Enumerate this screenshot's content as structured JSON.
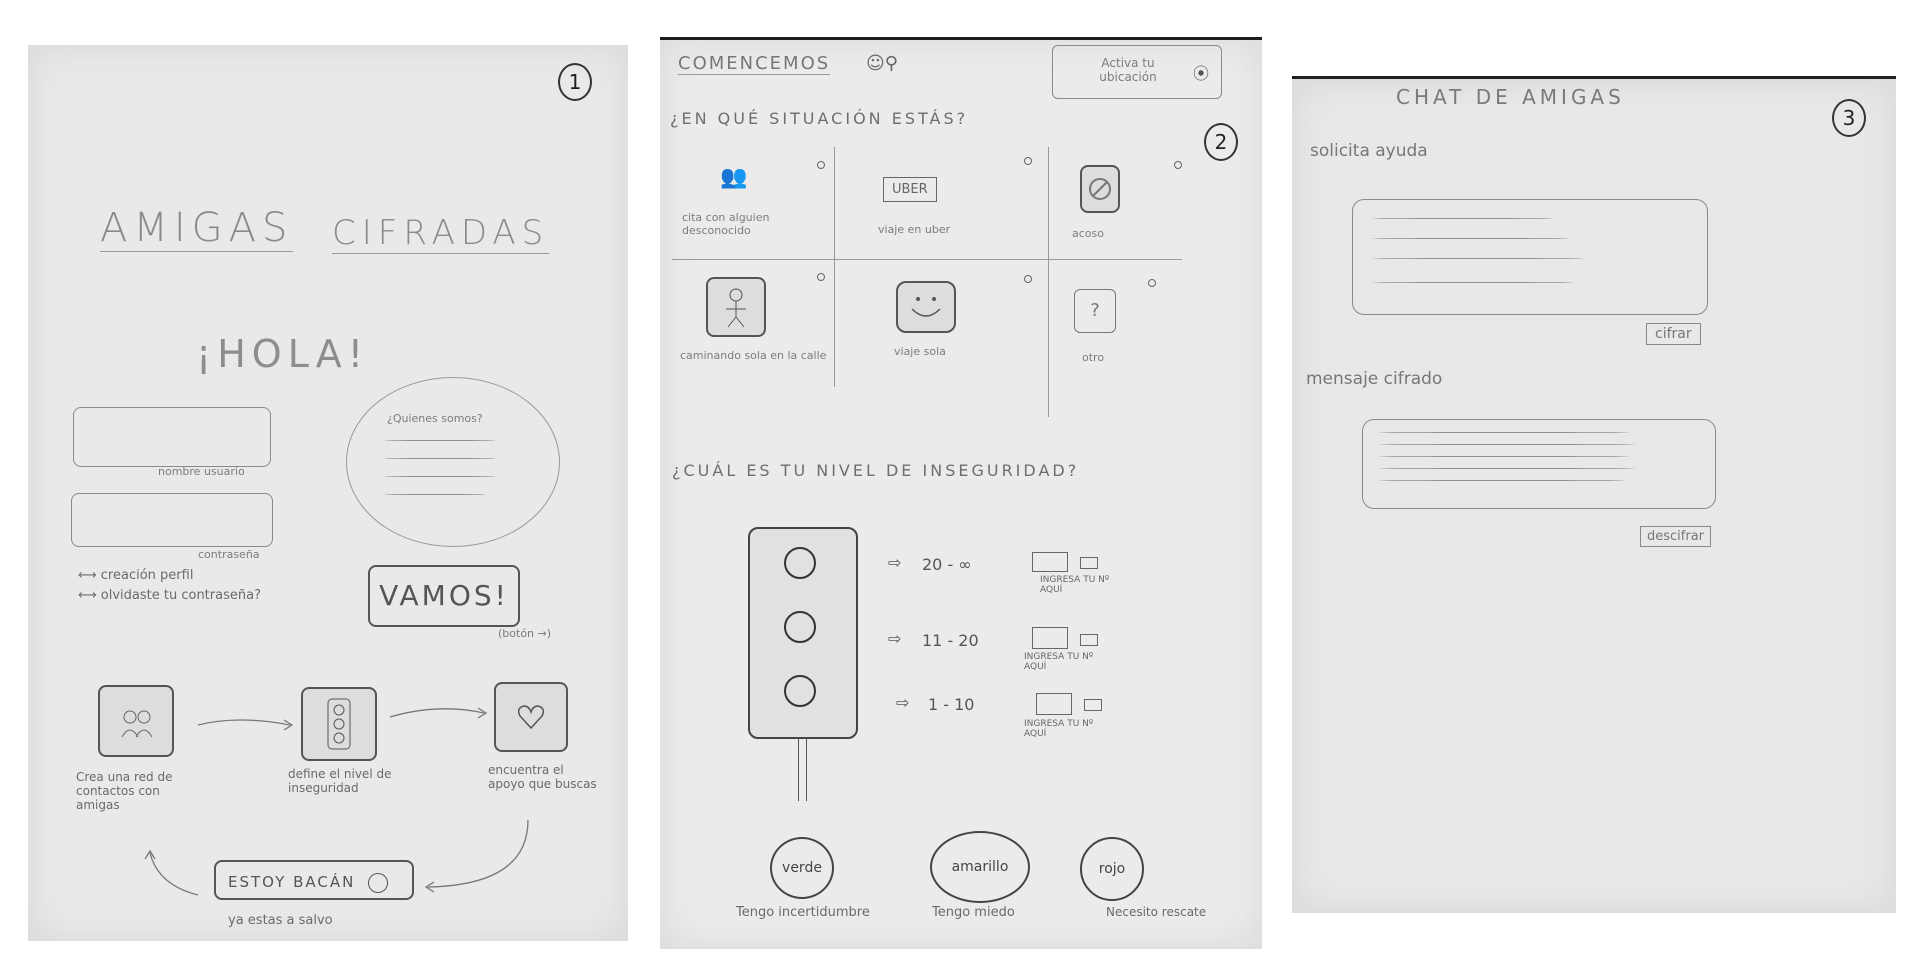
{
  "sheet1": {
    "number": "1",
    "app_title_left": "AMIGAS",
    "app_title_right": "CIFRADAS",
    "greeting": "¡HOLA!",
    "username_hint": "nombre usuario",
    "password_hint": "contraseña",
    "link_create_profile": "creación perfil",
    "link_forgot_password": "olvidaste tu contraseña?",
    "about_bubble_title": "¿Quienes somos?",
    "go_button": "VAMOS!",
    "go_button_note": "(botón →)",
    "step1_text": "Crea una red de contactos con amigas",
    "step2_text": "define el nivel de inseguridad",
    "step3_text": "encuentra el apoyo que buscas",
    "safe_button": "ESTOY BACÁN",
    "safe_caption": "ya estas a salvo"
  },
  "sheet2": {
    "number": "2",
    "header_title": "COMENCEMOS",
    "location_button": "Activa tu ubicación",
    "situation_question": "¿EN QUÉ SITUACIÓN ESTÁS?",
    "situations": [
      {
        "label": "cita con alguien desconocido",
        "icon": "people-icon"
      },
      {
        "label": "viaje en uber",
        "icon": "uber-icon",
        "badge": "UBER"
      },
      {
        "label": "acoso",
        "icon": "block-icon"
      },
      {
        "label": "caminando sola en la calle",
        "icon": "person-icon"
      },
      {
        "label": "viaje sola",
        "icon": "smile-icon"
      },
      {
        "label": "otro",
        "icon": "question-icon",
        "badge": "?"
      }
    ],
    "insecurity_question": "¿CUÁL ES TU NIVEL DE INSEGURIDAD?",
    "levels": [
      {
        "range": "20 - ∞",
        "hint": "INGRESA TU Nº AQUÍ"
      },
      {
        "range": "11 - 20",
        "hint": "INGRESA TU Nº AQUÍ"
      },
      {
        "range": "1 - 10",
        "hint": "INGRESA TU Nº AQUÍ"
      }
    ],
    "buttons": [
      {
        "label": "verde",
        "caption": "Tengo incertidumbre"
      },
      {
        "label": "amarillo",
        "caption": "Tengo miedo"
      },
      {
        "label": "rojo",
        "caption": "Necesito rescate"
      }
    ]
  },
  "sheet3": {
    "number": "3",
    "title": "CHAT DE AMIGAS",
    "request_label": "solicita ayuda",
    "encrypt_button": "cifrar",
    "cipher_label": "mensaje cifrado",
    "decrypt_button": "descifrar"
  }
}
